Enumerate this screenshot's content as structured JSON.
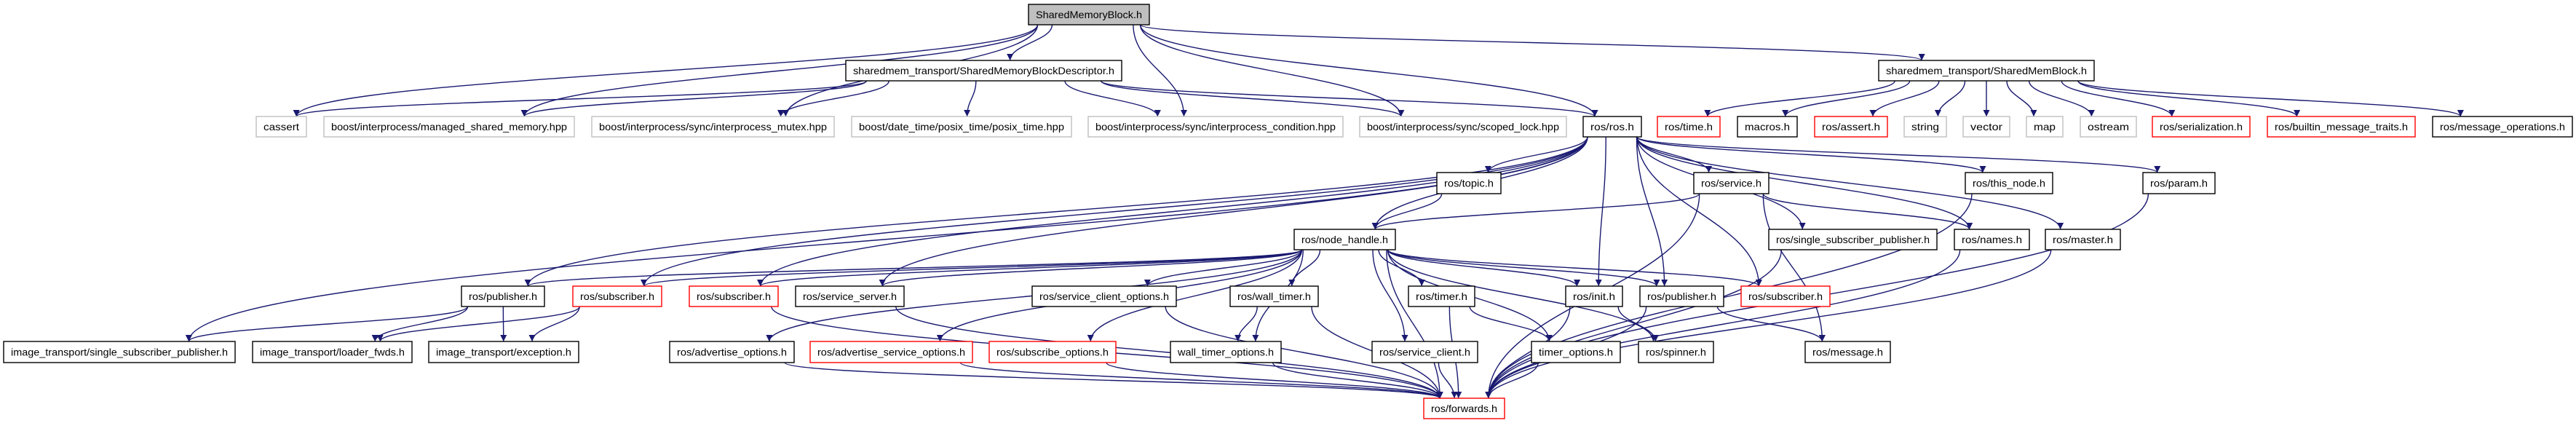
{
  "colors": {
    "edge": "#191970",
    "border_documented": "#000000",
    "border_undocumented": "#ff0000",
    "border_external": "#bfbfbf",
    "root_fill": "#bfbfbf",
    "node_fill": "#ffffff"
  },
  "nodes": [
    {
      "id": "smb",
      "label": "SharedMemoryBlock.h",
      "kind": "root"
    },
    {
      "id": "desc",
      "label": "sharedmem_transport/SharedMemoryBlockDescriptor.h",
      "kind": "documented"
    },
    {
      "id": "smblock",
      "label": "sharedmem_transport/SharedMemBlock.h",
      "kind": "documented"
    },
    {
      "id": "cassert",
      "label": "cassert",
      "kind": "external"
    },
    {
      "id": "msm",
      "label": "boost/interprocess/managed_shared_memory.hpp",
      "kind": "external"
    },
    {
      "id": "mutex",
      "label": "boost/interprocess/sync/interprocess_mutex.hpp",
      "kind": "external"
    },
    {
      "id": "posix",
      "label": "boost/date_time/posix_time/posix_time.hpp",
      "kind": "external"
    },
    {
      "id": "cond",
      "label": "boost/interprocess/sync/interprocess_condition.hpp",
      "kind": "external"
    },
    {
      "id": "scoped",
      "label": "boost/interprocess/sync/scoped_lock.hpp",
      "kind": "external"
    },
    {
      "id": "ros",
      "label": "ros/ros.h",
      "kind": "documented"
    },
    {
      "id": "time",
      "label": "ros/time.h",
      "kind": "undocumented"
    },
    {
      "id": "macros",
      "label": "macros.h",
      "kind": "documented"
    },
    {
      "id": "assert",
      "label": "ros/assert.h",
      "kind": "undocumented"
    },
    {
      "id": "string",
      "label": "string",
      "kind": "external"
    },
    {
      "id": "vector",
      "label": "vector",
      "kind": "external"
    },
    {
      "id": "map",
      "label": "map",
      "kind": "external"
    },
    {
      "id": "ostream",
      "label": "ostream",
      "kind": "external"
    },
    {
      "id": "serialization",
      "label": "ros/serialization.h",
      "kind": "undocumented"
    },
    {
      "id": "builtin",
      "label": "ros/builtin_message_traits.h",
      "kind": "undocumented"
    },
    {
      "id": "msgops",
      "label": "ros/message_operations.h",
      "kind": "documented"
    },
    {
      "id": "topic",
      "label": "ros/topic.h",
      "kind": "documented"
    },
    {
      "id": "service",
      "label": "ros/service.h",
      "kind": "documented"
    },
    {
      "id": "this_node",
      "label": "ros/this_node.h",
      "kind": "documented"
    },
    {
      "id": "param",
      "label": "ros/param.h",
      "kind": "documented"
    },
    {
      "id": "node_handle",
      "label": "ros/node_handle.h",
      "kind": "documented"
    },
    {
      "id": "ssp",
      "label": "ros/single_subscriber_publisher.h",
      "kind": "documented"
    },
    {
      "id": "names",
      "label": "ros/names.h",
      "kind": "documented"
    },
    {
      "id": "master",
      "label": "ros/master.h",
      "kind": "documented"
    },
    {
      "id": "pub1",
      "label": "ros/publisher.h",
      "kind": "documented"
    },
    {
      "id": "sub1",
      "label": "ros/subscriber.h",
      "kind": "undocumented"
    },
    {
      "id": "sub2",
      "label": "ros/subscriber.h",
      "kind": "undocumented"
    },
    {
      "id": "srvserver",
      "label": "ros/service_server.h",
      "kind": "documented"
    },
    {
      "id": "sco",
      "label": "ros/service_client_options.h",
      "kind": "documented"
    },
    {
      "id": "wall_timer",
      "label": "ros/wall_timer.h",
      "kind": "documented"
    },
    {
      "id": "timer",
      "label": "ros/timer.h",
      "kind": "documented"
    },
    {
      "id": "init",
      "label": "ros/init.h",
      "kind": "documented"
    },
    {
      "id": "pub2",
      "label": "ros/publisher.h",
      "kind": "documented"
    },
    {
      "id": "sub3",
      "label": "ros/subscriber.h",
      "kind": "undocumented"
    },
    {
      "id": "it_ssp",
      "label": "image_transport/single_subscriber_publisher.h",
      "kind": "documented"
    },
    {
      "id": "loader",
      "label": "image_transport/loader_fwds.h",
      "kind": "documented"
    },
    {
      "id": "exception",
      "label": "image_transport/exception.h",
      "kind": "documented"
    },
    {
      "id": "adv",
      "label": "ros/advertise_options.h",
      "kind": "documented"
    },
    {
      "id": "advsrv",
      "label": "ros/advertise_service_options.h",
      "kind": "undocumented"
    },
    {
      "id": "subopts",
      "label": "ros/subscribe_options.h",
      "kind": "undocumented"
    },
    {
      "id": "wto",
      "label": "wall_timer_options.h",
      "kind": "documented"
    },
    {
      "id": "sclient",
      "label": "ros/service_client.h",
      "kind": "documented"
    },
    {
      "id": "topts",
      "label": "timer_options.h",
      "kind": "documented"
    },
    {
      "id": "spinner",
      "label": "ros/spinner.h",
      "kind": "documented"
    },
    {
      "id": "message",
      "label": "ros/message.h",
      "kind": "documented"
    },
    {
      "id": "forwards",
      "label": "ros/forwards.h",
      "kind": "undocumented"
    }
  ],
  "edges": [
    [
      "smb",
      "desc"
    ],
    [
      "smb",
      "smblock"
    ],
    [
      "smb",
      "cassert"
    ],
    [
      "smb",
      "msm"
    ],
    [
      "smb",
      "mutex"
    ],
    [
      "smb",
      "cond"
    ],
    [
      "smb",
      "scoped"
    ],
    [
      "smb",
      "ros"
    ],
    [
      "desc",
      "cassert"
    ],
    [
      "desc",
      "msm"
    ],
    [
      "desc",
      "mutex"
    ],
    [
      "desc",
      "posix"
    ],
    [
      "desc",
      "cond"
    ],
    [
      "desc",
      "scoped"
    ],
    [
      "desc",
      "ros"
    ],
    [
      "smblock",
      "time"
    ],
    [
      "smblock",
      "macros"
    ],
    [
      "smblock",
      "assert"
    ],
    [
      "smblock",
      "string"
    ],
    [
      "smblock",
      "vector"
    ],
    [
      "smblock",
      "map"
    ],
    [
      "smblock",
      "ostream"
    ],
    [
      "smblock",
      "serialization"
    ],
    [
      "smblock",
      "builtin"
    ],
    [
      "smblock",
      "msgops"
    ],
    [
      "ros",
      "topic"
    ],
    [
      "ros",
      "service"
    ],
    [
      "ros",
      "node_handle"
    ],
    [
      "ros",
      "this_node"
    ],
    [
      "ros",
      "param"
    ],
    [
      "ros",
      "ssp"
    ],
    [
      "ros",
      "names"
    ],
    [
      "ros",
      "master"
    ],
    [
      "ros",
      "init"
    ],
    [
      "ros",
      "pub2"
    ],
    [
      "ros",
      "sub3"
    ],
    [
      "ros",
      "pub1"
    ],
    [
      "ros",
      "sub1"
    ],
    [
      "ros",
      "sub2"
    ],
    [
      "ros",
      "srvserver"
    ],
    [
      "ros",
      "it_ssp"
    ],
    [
      "topic",
      "node_handle"
    ],
    [
      "service",
      "node_handle"
    ],
    [
      "service",
      "names"
    ],
    [
      "service",
      "message"
    ],
    [
      "service",
      "forwards"
    ],
    [
      "node_handle",
      "pub1"
    ],
    [
      "node_handle",
      "sub1"
    ],
    [
      "node_handle",
      "sub2"
    ],
    [
      "node_handle",
      "srvserver"
    ],
    [
      "node_handle",
      "sco"
    ],
    [
      "node_handle",
      "wall_timer"
    ],
    [
      "node_handle",
      "timer"
    ],
    [
      "node_handle",
      "init"
    ],
    [
      "node_handle",
      "pub2"
    ],
    [
      "node_handle",
      "sub3"
    ],
    [
      "node_handle",
      "adv"
    ],
    [
      "node_handle",
      "advsrv"
    ],
    [
      "node_handle",
      "subopts"
    ],
    [
      "node_handle",
      "wto"
    ],
    [
      "node_handle",
      "sclient"
    ],
    [
      "node_handle",
      "topts"
    ],
    [
      "node_handle",
      "spinner"
    ],
    [
      "node_handle",
      "forwards"
    ],
    [
      "pub1",
      "it_ssp"
    ],
    [
      "pub1",
      "loader"
    ],
    [
      "pub1",
      "exception"
    ],
    [
      "sub1",
      "loader"
    ],
    [
      "sub1",
      "exception"
    ],
    [
      "sub2",
      "forwards"
    ],
    [
      "srvserver",
      "forwards"
    ],
    [
      "adv",
      "forwards"
    ],
    [
      "advsrv",
      "forwards"
    ],
    [
      "subopts",
      "forwards"
    ],
    [
      "sco",
      "forwards"
    ],
    [
      "wall_timer",
      "wto"
    ],
    [
      "wall_timer",
      "forwards"
    ],
    [
      "wto",
      "forwards"
    ],
    [
      "timer",
      "topts"
    ],
    [
      "timer",
      "forwards"
    ],
    [
      "sclient",
      "forwards"
    ],
    [
      "topts",
      "forwards"
    ],
    [
      "init",
      "spinner"
    ],
    [
      "init",
      "forwards"
    ],
    [
      "pub2",
      "message"
    ],
    [
      "pub2",
      "forwards"
    ],
    [
      "ssp",
      "forwards"
    ],
    [
      "names",
      "forwards"
    ],
    [
      "master",
      "forwards"
    ],
    [
      "this_node",
      "forwards"
    ],
    [
      "param",
      "forwards"
    ]
  ]
}
